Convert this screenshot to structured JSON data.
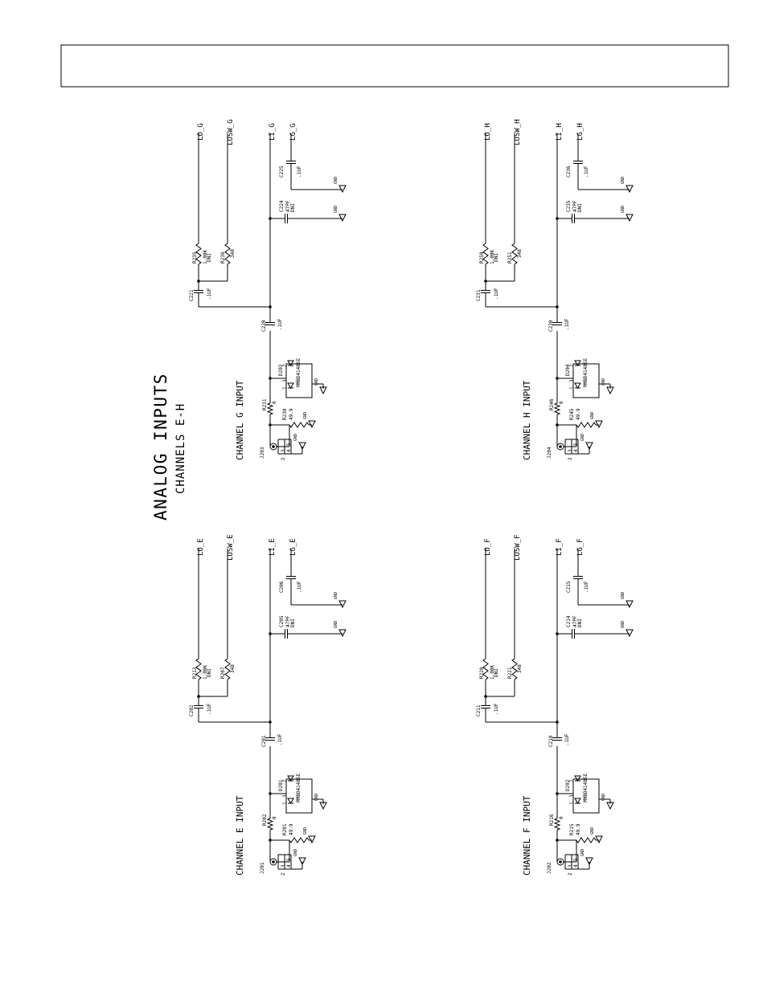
{
  "title": {
    "main": "ANALOG INPUTS",
    "sub": "CHANNELS E-H"
  },
  "channels": [
    {
      "key": "E",
      "label": "CHANNEL E INPUT",
      "nets": {
        "lo": "LO_E",
        "losw": "LOSW_E",
        "li": "LI_E",
        "lg": "LG_E"
      },
      "parts": {
        "j": "J201",
        "rterm": {
          "ref": "R201",
          "val": "49.9"
        },
        "rser": {
          "ref": "R202",
          "val": "0"
        },
        "diode": {
          "ref": "D201",
          "val": "MMBD4148SE"
        },
        "ccoup": {
          "ref": "C201",
          "val": ".1UF"
        },
        "cmid": {
          "ref": "C202",
          "val": ".1UF"
        },
        "rlo": {
          "ref": "R213",
          "val": "1.00K",
          "note": "DNI"
        },
        "rlosw": {
          "ref": "R207",
          "val": "348"
        },
        "cfilt": {
          "ref": "C205",
          "val": "47PF",
          "note": "DNI"
        },
        "clg": {
          "ref": "C206",
          "val": ".1UF"
        }
      }
    },
    {
      "key": "F",
      "label": "CHANNEL F INPUT",
      "nets": {
        "lo": "LO_F",
        "losw": "LOSW_F",
        "li": "LI_F",
        "lg": "LG_F"
      },
      "parts": {
        "j": "J202",
        "rterm": {
          "ref": "R215",
          "val": "49.9"
        },
        "rser": {
          "ref": "R216",
          "val": "0"
        },
        "diode": {
          "ref": "D202",
          "val": "MMBD4148SE"
        },
        "ccoup": {
          "ref": "C210",
          "val": ".1UF"
        },
        "cmid": {
          "ref": "C211",
          "val": ".1UF"
        },
        "rlo": {
          "ref": "R220",
          "val": "1.00K",
          "note": "DNI"
        },
        "rlosw": {
          "ref": "R221",
          "val": "348"
        },
        "cfilt": {
          "ref": "C214",
          "val": "47PF",
          "note": "DNI"
        },
        "clg": {
          "ref": "C215",
          "val": ".1UF"
        }
      }
    },
    {
      "key": "G",
      "label": "CHANNEL G INPUT",
      "nets": {
        "lo": "LO_G",
        "losw": "LOSW_G",
        "li": "LI_G",
        "lg": "LG_G"
      },
      "parts": {
        "j": "J203",
        "rterm": {
          "ref": "R230",
          "val": "49.9"
        },
        "rser": {
          "ref": "R231",
          "val": "0"
        },
        "diode": {
          "ref": "D203",
          "val": "MMBD4148SE"
        },
        "ccoup": {
          "ref": "C220",
          "val": ".1UF"
        },
        "cmid": {
          "ref": "C221",
          "val": ".1UF"
        },
        "rlo": {
          "ref": "R235",
          "val": "1.00K",
          "note": "DNI"
        },
        "rlosw": {
          "ref": "R236",
          "val": "348"
        },
        "cfilt": {
          "ref": "C224",
          "val": "47PF",
          "note": "DNI"
        },
        "clg": {
          "ref": "C225",
          "val": ".1UF"
        }
      }
    },
    {
      "key": "H",
      "label": "CHANNEL H INPUT",
      "nets": {
        "lo": "LO_H",
        "losw": "LOSW_H",
        "li": "LI_H",
        "lg": "LG_H"
      },
      "parts": {
        "j": "J204",
        "rterm": {
          "ref": "R245",
          "val": "49.9"
        },
        "rser": {
          "ref": "R246",
          "val": "0"
        },
        "diode": {
          "ref": "D204",
          "val": "MMBD4148SE"
        },
        "ccoup": {
          "ref": "C230",
          "val": ".1UF"
        },
        "cmid": {
          "ref": "C231",
          "val": ".1UF"
        },
        "rlo": {
          "ref": "R250",
          "val": "1.00K",
          "note": "DNI"
        },
        "rlosw": {
          "ref": "R251",
          "val": "348"
        },
        "cfilt": {
          "ref": "C235",
          "val": "47PF",
          "note": "DNI"
        },
        "clg": {
          "ref": "C236",
          "val": ".1UF"
        }
      }
    }
  ],
  "gnd_label": "GND",
  "pin_numbers": [
    "1",
    "2",
    "3",
    "4",
    "5"
  ]
}
